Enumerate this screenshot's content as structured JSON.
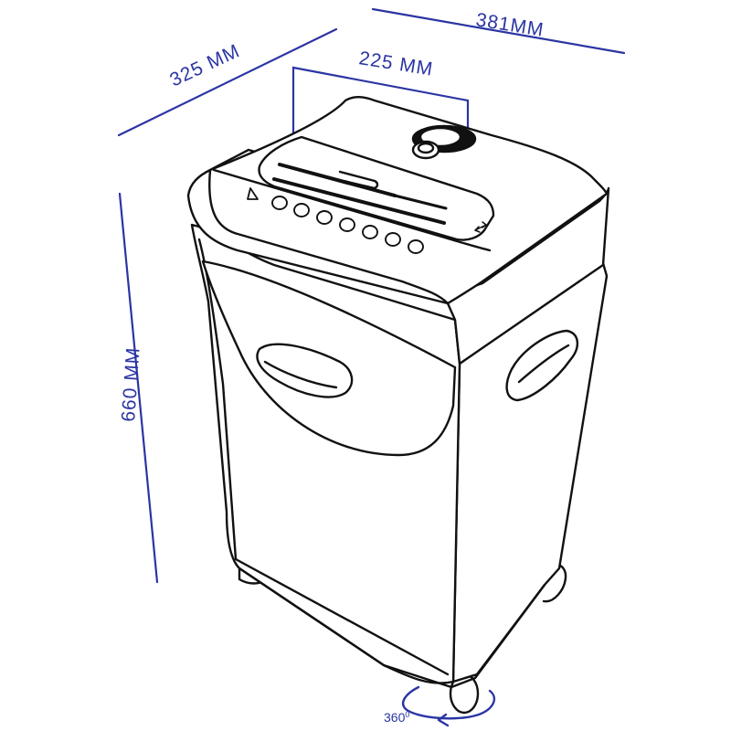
{
  "dimensions": {
    "overall_width": "381MM",
    "depth": "325 MM",
    "slot_width": "225 MM",
    "height": "660 MM"
  },
  "rotation_label": "360",
  "rotation_unit": "0",
  "colors": {
    "dimension": "#2b35a3",
    "outline": "#111111",
    "background": "#ffffff"
  }
}
